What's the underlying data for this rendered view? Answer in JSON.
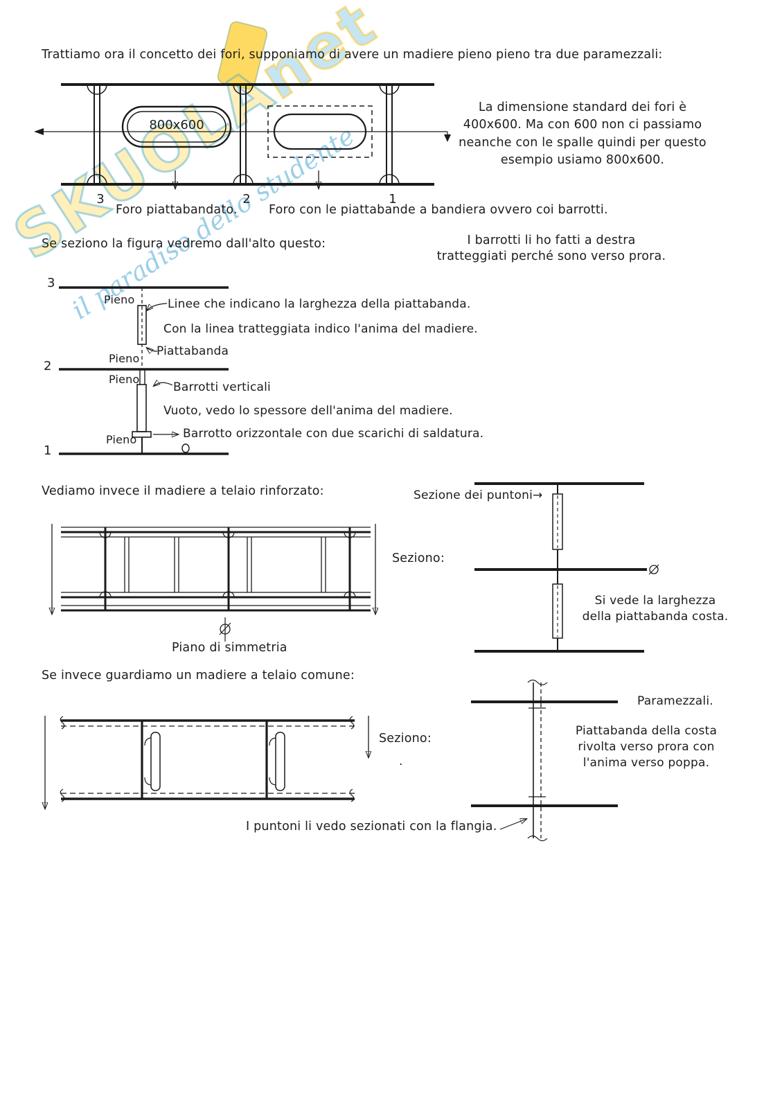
{
  "watermark": {
    "brand": "SKUOLA",
    "suffix": "net",
    "tagline": "il paradiso dello studente"
  },
  "sec1": {
    "intro": "Trattiamo ora il concetto dei fori, supponiamo di avere un madiere pieno pieno tra due paramezzali:",
    "hole_label": "800x600",
    "frame_numbers": [
      "3",
      "2",
      "1"
    ],
    "side_note": "La dimensione standard dei fori è 400x600. Ma con 600 non ci passiamo neanche con le spalle quindi per questo esempio usiamo 800x600.",
    "caption_left": "Foro piattabandato.",
    "caption_right": "Foro con le piattabande a bandiera ovvero coi barrotti."
  },
  "sec2": {
    "intro": "Se seziono la figura vedremo dall'alto questo:",
    "side_note": "I barrotti li ho fatti a destra tratteggiati perché sono verso prora.",
    "rows": [
      "3",
      "2",
      "1"
    ],
    "pieno": [
      "Pieno",
      "Pieno",
      "Pieno",
      "Pieno"
    ],
    "ann_larghezza": "Linee che indicano la larghezza della piattabanda.",
    "ann_anima": "Con la linea tratteggiata indico l'anima del madiere.",
    "ann_piattabanda": "Piattabanda",
    "ann_barrotti": "Barrotti verticali",
    "ann_vuoto": "Vuoto, vedo lo spessore dell'anima del madiere.",
    "ann_barrotto": "Barrotto orizzontale con due scarichi di saldatura."
  },
  "sec3": {
    "intro": "Vediamo invece il madiere a telaio rinforzato:",
    "sezione_puntoni": "Sezione dei puntoni",
    "arrow": "→",
    "seziono": "Seziono:",
    "side_note": "Si vede la larghezza della piattabanda costa.",
    "piano_simmetria": "Piano di simmetria"
  },
  "sec4": {
    "intro": "Se invece guardiamo un madiere a telaio comune:",
    "seziono": "Seziono:",
    "dot": ".",
    "paramezzali": "Paramezzali.",
    "side_note": "Piattabanda della costa rivolta verso prora con l'anima verso poppa.",
    "caption": "I puntoni li vedo sezionati con la flangia."
  }
}
